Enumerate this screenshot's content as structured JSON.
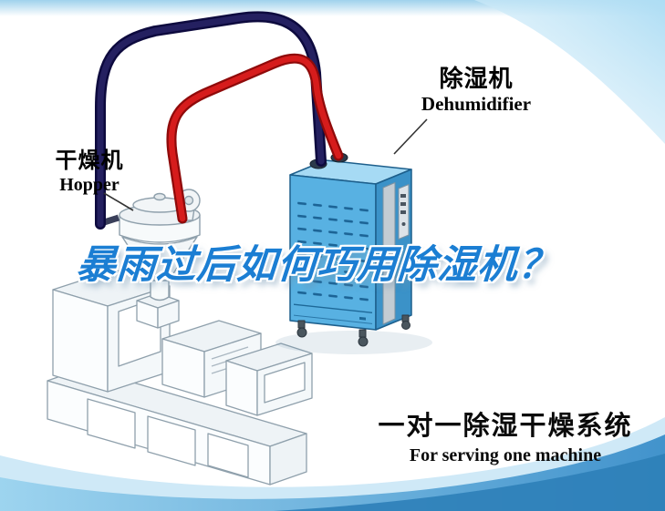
{
  "labels": {
    "hopper": {
      "cn": "干燥机",
      "en": "Hopper"
    },
    "dehumidifier": {
      "cn": "除湿机",
      "en": "Dehumidifier"
    }
  },
  "title": {
    "text": "暴雨过后如何巧用除湿机？"
  },
  "caption": {
    "cn": "一对一除湿干燥系统",
    "en": "For serving one machine"
  },
  "colors": {
    "title_blue": "#1b7ed3",
    "pipe_red": "#d61c1c",
    "pipe_navy": "#1a1560",
    "machine_front_blue": "#58b1e2",
    "machine_side_blue": "#3b92c8",
    "machine_top_blue": "#a6daf4",
    "line_art_gray": "#8fa0ac",
    "band_light_blue": "#cfe9f7",
    "band_mid_blue": "#4293cc",
    "band_dark_blue": "#2e7fb8"
  }
}
